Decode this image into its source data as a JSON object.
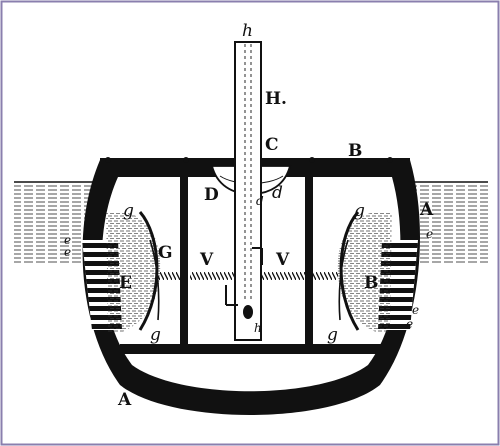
{
  "labels": {
    "h_top": "h",
    "H": "H.",
    "C": "C",
    "B_top": "B",
    "D": "D",
    "d_small": "d",
    "d_right": "d",
    "A_right": "A",
    "e_right1": "e",
    "e_left1": "e",
    "e_left2": "e",
    "g_left": "g",
    "g_right": "g",
    "G": "G",
    "V_left": "V",
    "V_right": "V",
    "E": "E",
    "B_right": "B",
    "h_bottom": "h",
    "e_right2": "e",
    "e_right3": "e",
    "g_bl": "g",
    "g_br": "g",
    "A_bottom": "A"
  },
  "colors": {
    "ink": "#111111",
    "paper": "#ffffff",
    "border": "#8a7fae"
  }
}
